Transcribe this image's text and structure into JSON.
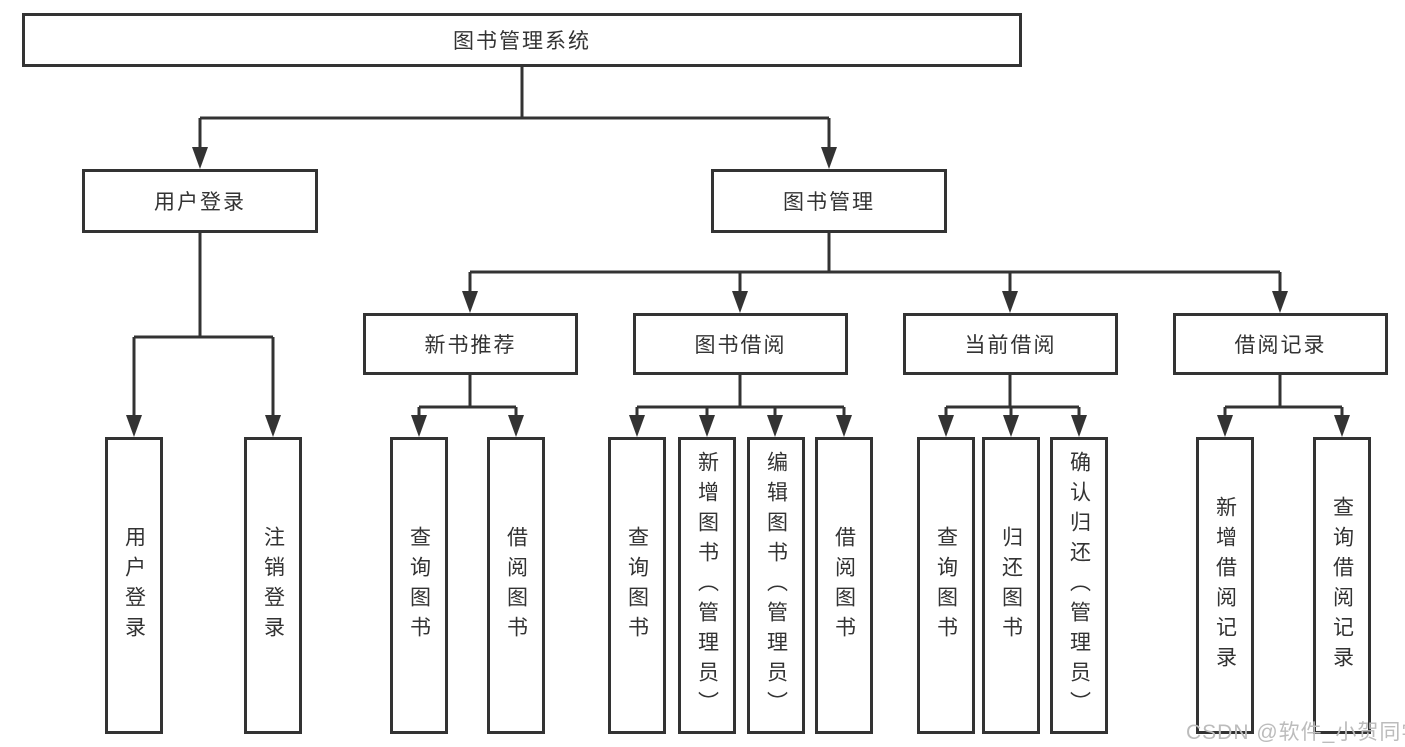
{
  "diagram": {
    "title": "图书管理系统",
    "level1": {
      "user_login": {
        "label": "用户登录"
      },
      "book_management": {
        "label": "图书管理"
      }
    },
    "level2": {
      "new_book_recommendation": {
        "label": "新书推荐"
      },
      "book_borrowing": {
        "label": "图书借阅"
      },
      "current_borrowing": {
        "label": "当前借阅"
      },
      "borrowing_records": {
        "label": "借阅记录"
      }
    },
    "level3": {
      "user_login": [
        "用户登录",
        "注销登录"
      ],
      "new_book_recommendation": [
        "查询图书",
        "借阅图书"
      ],
      "book_borrowing": [
        "查询图书",
        "新增图书（管理员）",
        "编辑图书（管理员）",
        "借阅图书"
      ],
      "current_borrowing": [
        "查询图书",
        "归还图书",
        "确认归还（管理员）"
      ],
      "borrowing_records": [
        "新增借阅记录",
        "查询借阅记录"
      ]
    }
  },
  "watermark": {
    "text": "CSDN @软件_小贺同学"
  },
  "colors": {
    "line": "#333333",
    "text": "#333333",
    "watermark": "#bcbcbc",
    "background": "#ffffff"
  }
}
